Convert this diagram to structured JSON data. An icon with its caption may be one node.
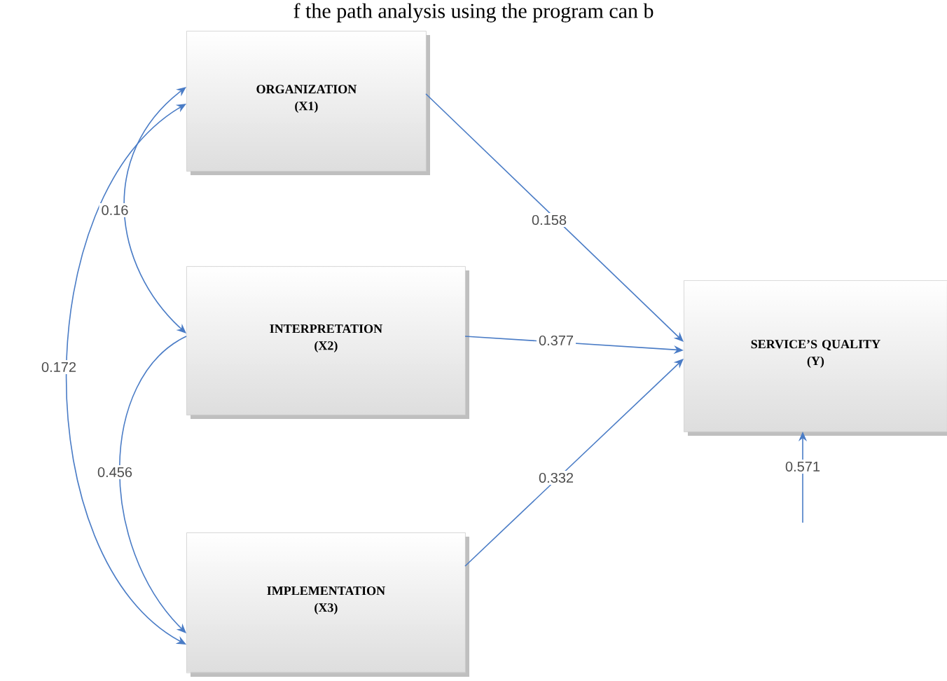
{
  "diagram": {
    "nodes": [
      {
        "text": [
          "ORGANIZATION",
          "(X1)"
        ]
      },
      {
        "text": [
          "INTERPRETATION",
          "(X2)"
        ]
      },
      {
        "text": [
          "IMPLEMENTATION",
          "(X3)"
        ]
      },
      {
        "text": [
          "SERVICE’S QUALITY",
          "(Y)"
        ]
      }
    ],
    "edges": [
      {
        "from": 0,
        "to": 1,
        "arrow": "both",
        "label": "0.16"
      },
      {
        "from": 0,
        "to": 2,
        "arrow": "both",
        "label": "0.172"
      },
      {
        "from": 1,
        "to": 2,
        "arrow": "to",
        "label": "0.456"
      },
      {
        "from": 0,
        "to": 3,
        "arrow": "to",
        "label": "0.158"
      },
      {
        "from": 1,
        "to": 3,
        "arrow": "to",
        "label": "0.377"
      },
      {
        "from": 2,
        "to": 3,
        "arrow": "to",
        "label": "0.332"
      },
      {
        "from": null,
        "to": 3,
        "arrow": "to",
        "label": "0.571"
      }
    ],
    "labels": [
      "f the path analysis using the program can b"
    ]
  }
}
